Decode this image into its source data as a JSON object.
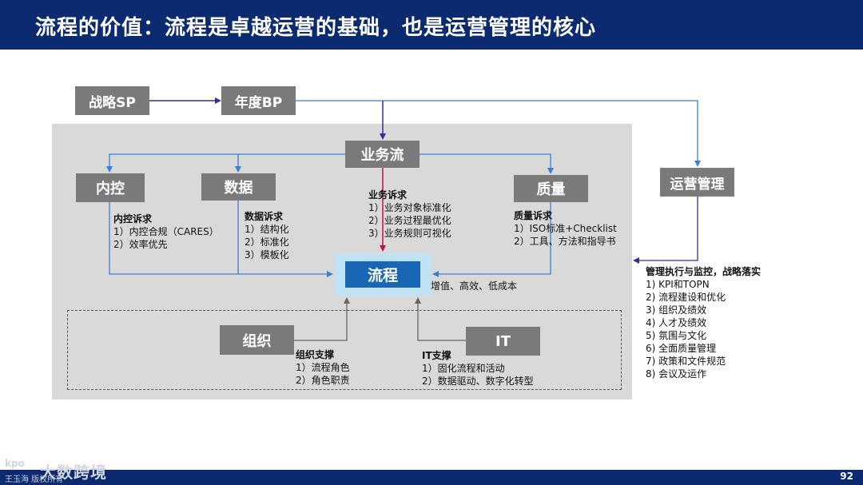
{
  "title": "流程的价值：流程是卓越运营的基础，也是运营管理的核心",
  "nodes": {
    "strategy_sp": "战略SP",
    "annual_bp": "年度BP",
    "business_flow": "业务流",
    "internal_control": "内控",
    "data": "数据",
    "quality": "质量",
    "operations_mgmt": "运营管理",
    "process": "流程",
    "organization": "组织",
    "it": "IT"
  },
  "notes": {
    "internal_control": {
      "heading": "内控诉求",
      "items": [
        "1）内控合规（CARES）",
        "2）效率优先"
      ]
    },
    "data": {
      "heading": "数据诉求",
      "items": [
        "1）结构化",
        "2）标准化",
        "3）模板化"
      ]
    },
    "business": {
      "heading": "业务诉求",
      "items": [
        "1）业务对象标准化",
        "2）业务过程最优化",
        "3）业务规则可视化"
      ]
    },
    "quality": {
      "heading": "质量诉求",
      "items": [
        "1）ISO标准+Checklist",
        "2）工具、方法和指导书"
      ]
    },
    "process_value": "增值、高效、低成本",
    "organization": {
      "heading": "组织支撑",
      "items": [
        "1）流程角色",
        "2）角色职责"
      ]
    },
    "it": {
      "heading": "IT支撑",
      "items": [
        "1）固化流程和活动",
        "2）数据驱动、数字化转型"
      ]
    },
    "operations": {
      "heading": "管理执行与监控，战略落实",
      "items": [
        "1) KPI和TOPN",
        "2) 流程建设和优化",
        "3) 组织及绩效",
        "4) 人才及绩效",
        "5) 氛围与文化",
        "6) 全面质量管理",
        "7) 政策和文件规范",
        "8) 会议及运作"
      ]
    }
  },
  "watermark": {
    "logo": "kpo",
    "name": "大数跨境",
    "sub": "王玉海 版权所有"
  },
  "page_number": "92",
  "colors": {
    "title_bar": "#0b2a6f",
    "panel": "#d9d9d9",
    "box": "#7a7a7a",
    "process_box": "#1866b4",
    "process_glow": "#bfe3f5",
    "blue_line": "#3b7fd4",
    "red_line": "#c0143c",
    "purple_line": "#3a2a9a"
  }
}
